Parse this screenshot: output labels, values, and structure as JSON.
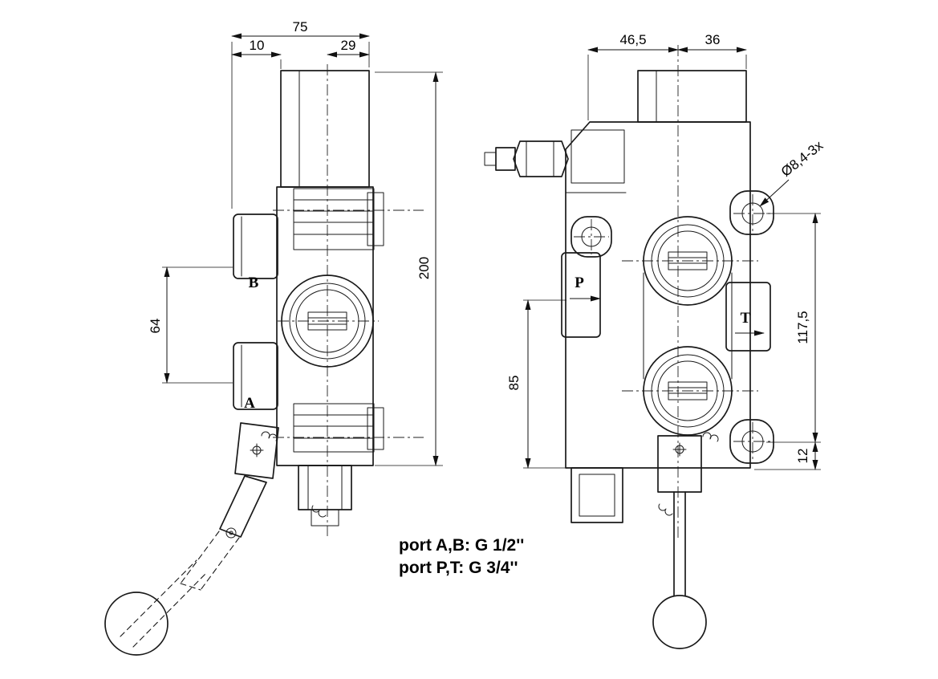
{
  "drawing": {
    "left_view": {
      "dim_total_width": "75",
      "dim_offset_left": "10",
      "dim_offset_right": "29",
      "dim_total_height": "200",
      "dim_port_spacing": "64",
      "port_b": "B",
      "port_a": "A"
    },
    "right_view": {
      "dim_left_width": "46,5",
      "dim_right_width": "36",
      "dim_mount_holes": "Ø8,4-3x",
      "dim_hole_spacing": "117,5",
      "dim_port_height": "85",
      "dim_bottom_offset": "12",
      "port_p": "P",
      "port_t": "T"
    },
    "notes": {
      "ports_ab": "port A,B: G 1/2''",
      "ports_pt": "port P,T: G 3/4''"
    },
    "colors": {
      "line": "#1a1a1a",
      "background": "#ffffff"
    }
  }
}
